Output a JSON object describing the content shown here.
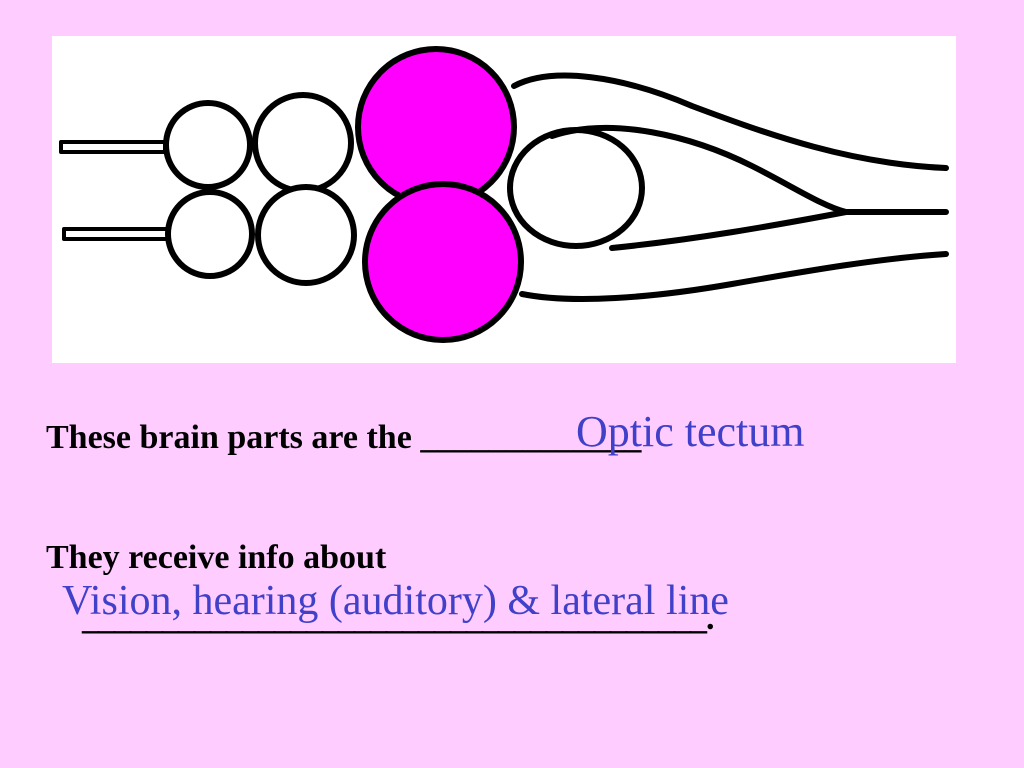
{
  "question1": {
    "prompt": "These brain parts are the",
    "blank": "_____________",
    "answer": "Optic tectum"
  },
  "question2": {
    "prompt": "They receive info about",
    "blank": "_______________________________________",
    "end_mark": ".",
    "answer": "Vision, hearing (auditory) & lateral line"
  },
  "colors": {
    "background": "#ffccff",
    "highlight": "#ff00ff",
    "answer_text": "#4040c8",
    "panel": "#ffffff"
  }
}
